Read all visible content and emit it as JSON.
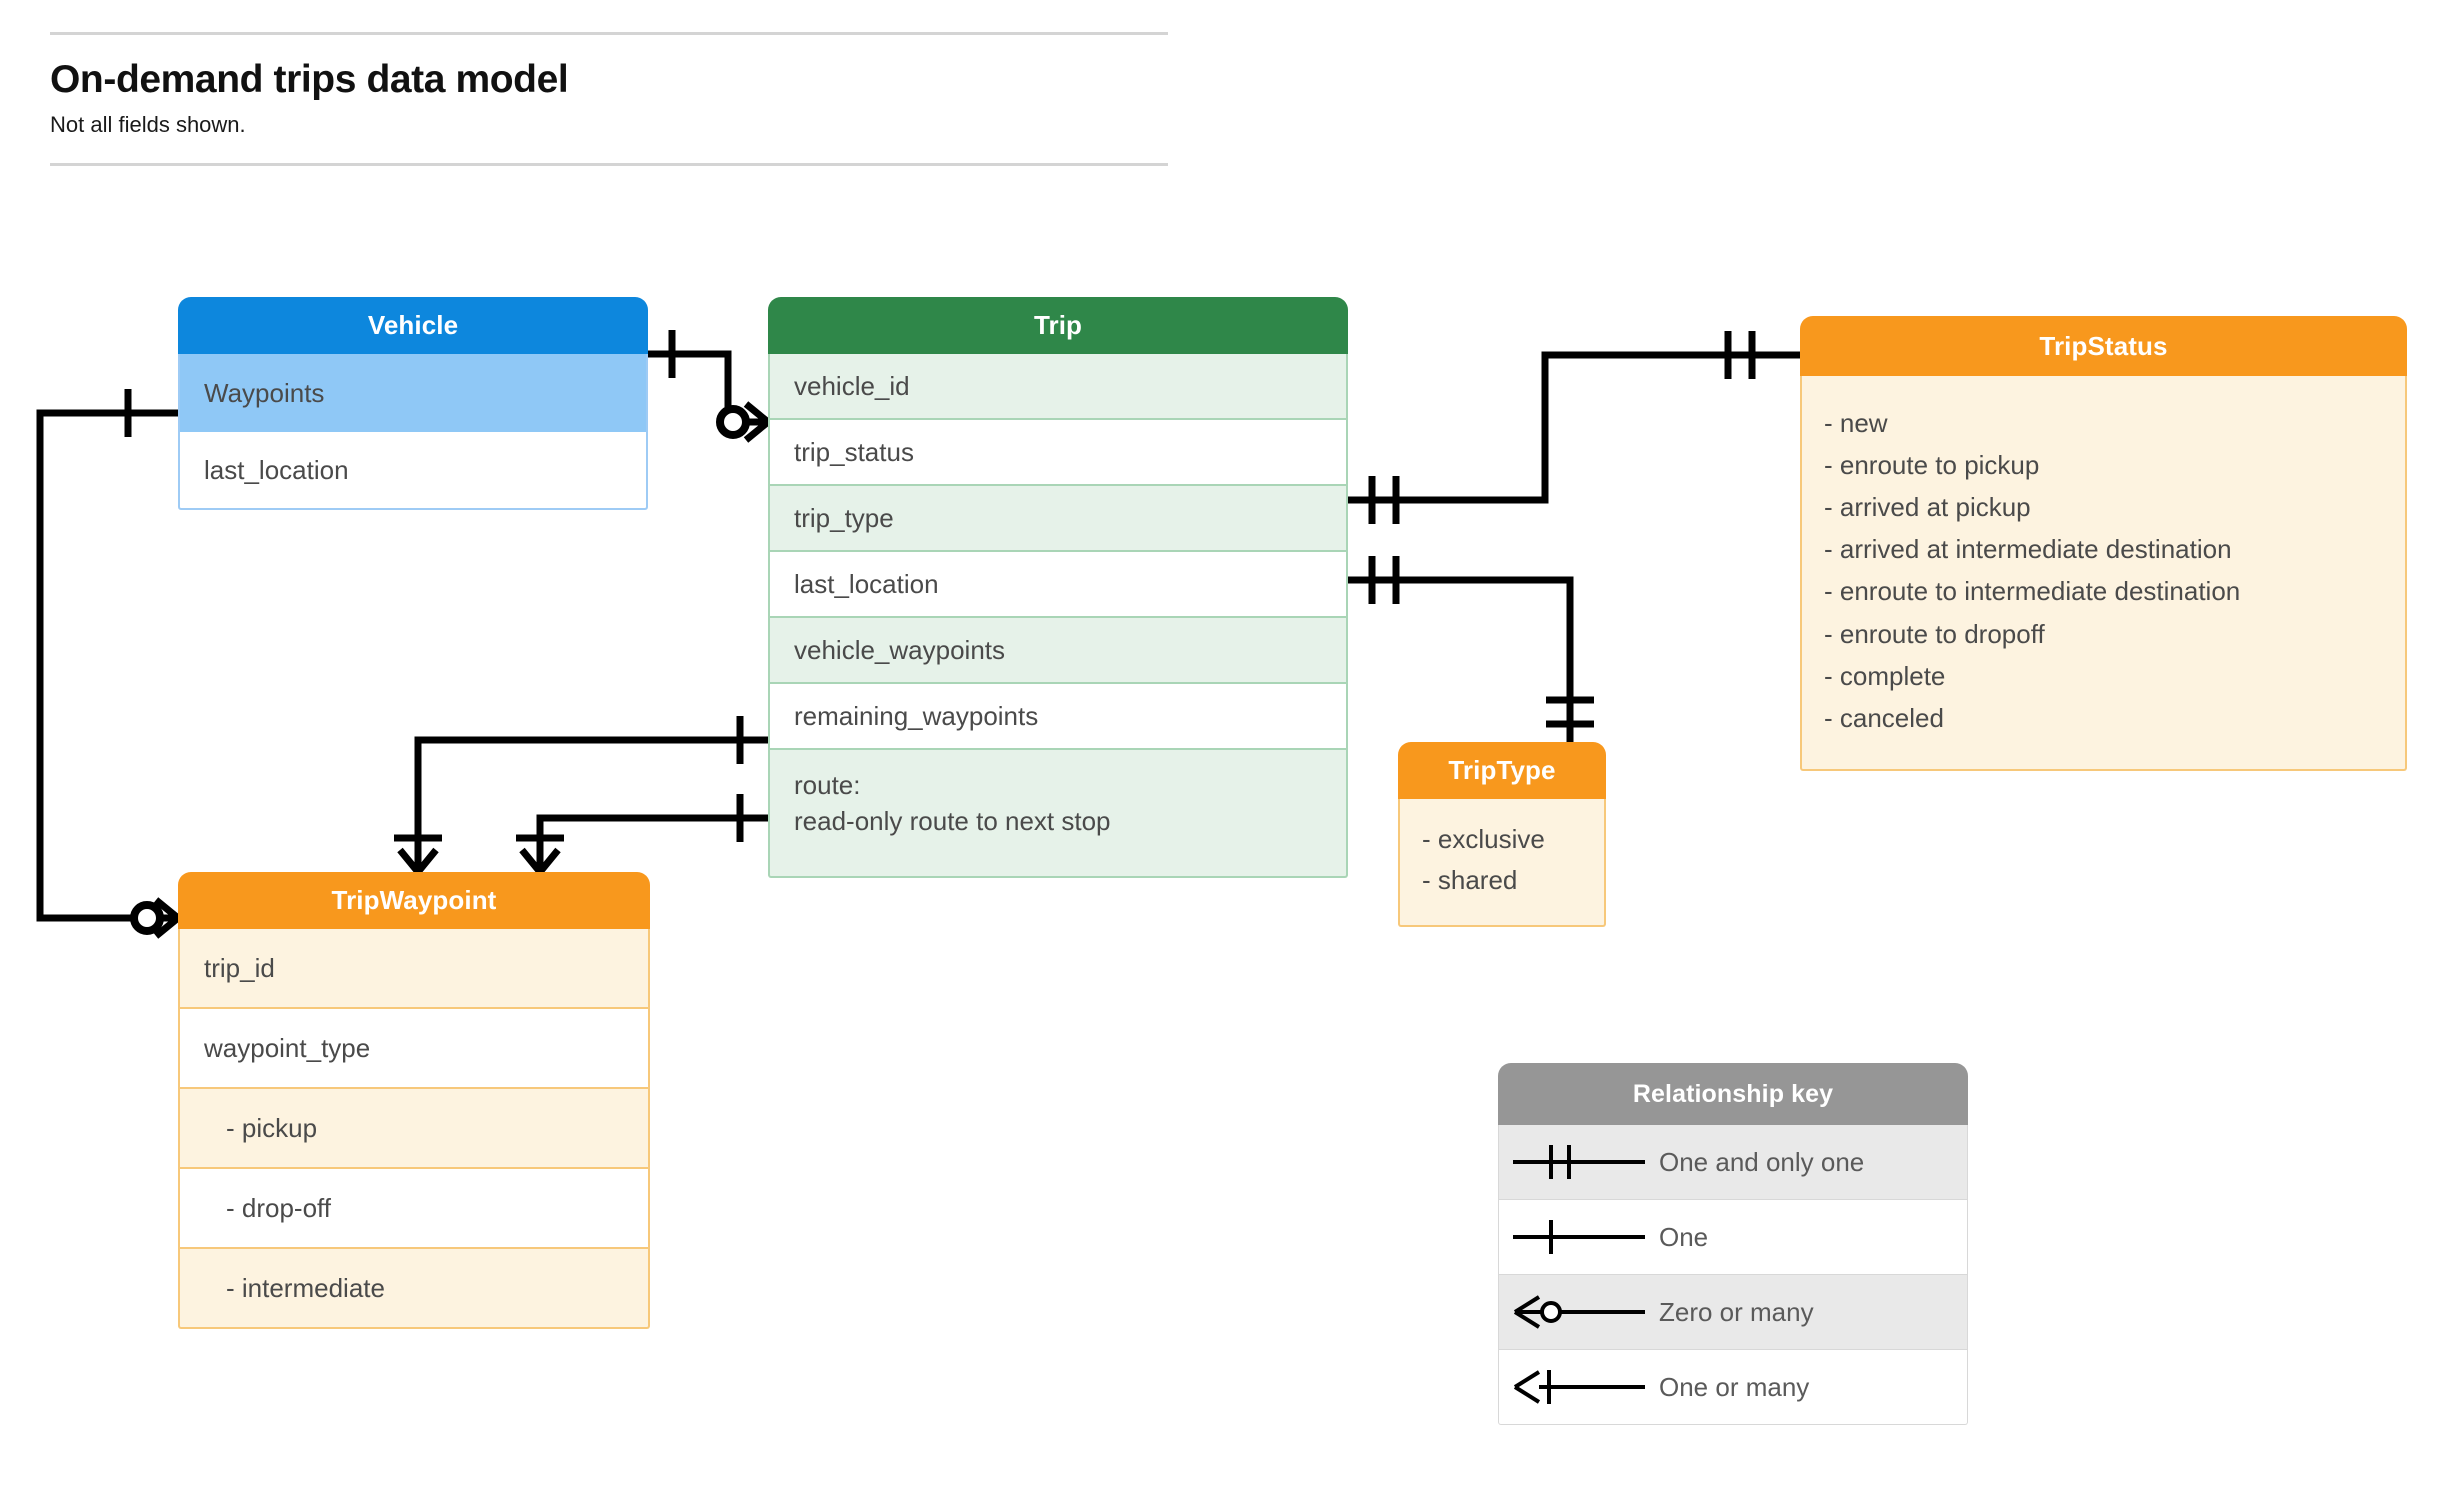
{
  "header": {
    "title": "On-demand trips data model",
    "subtitle": "Not all fields shown."
  },
  "colors": {
    "vehicle_header": "#0d87dd",
    "vehicle_row": "#8fc8f6",
    "trip_header": "#2f8749",
    "trip_row": "#e6f2e9",
    "orange_header": "#f8981d",
    "orange_row": "#fdf3e0",
    "key_header": "#969696",
    "key_row": "#e9e9e9",
    "line": "#000000",
    "text": "#4a4a4a"
  },
  "entities": {
    "vehicle": {
      "title": "Vehicle",
      "fields": [
        "Waypoints",
        "last_location"
      ]
    },
    "trip": {
      "title": "Trip",
      "fields": [
        "vehicle_id",
        "trip_status",
        "trip_type",
        "last_location",
        "vehicle_waypoints",
        "remaining_waypoints"
      ],
      "route_label": "route:",
      "route_desc": "read-only route to next stop"
    },
    "trip_status": {
      "title": "TripStatus",
      "values": [
        "- new",
        "- enroute to pickup",
        "- arrived at pickup",
        "- arrived at intermediate destination",
        "- enroute to intermediate destination",
        "- enroute to dropoff",
        "- complete",
        "- canceled"
      ]
    },
    "trip_type": {
      "title": "TripType",
      "values": [
        "- exclusive",
        "- shared"
      ]
    },
    "trip_waypoint": {
      "title": "TripWaypoint",
      "fields": [
        "trip_id",
        "waypoint_type"
      ],
      "values": [
        "-  pickup",
        "-  drop-off",
        "-  intermediate"
      ]
    }
  },
  "relationship_key": {
    "title": "Relationship key",
    "items": [
      {
        "symbol": "one-and-only-one-symbol",
        "label": "One and only one"
      },
      {
        "symbol": "one-symbol",
        "label": "One"
      },
      {
        "symbol": "zero-or-many-symbol",
        "label": "Zero or many"
      },
      {
        "symbol": "one-or-many-symbol",
        "label": "One or many"
      }
    ]
  }
}
